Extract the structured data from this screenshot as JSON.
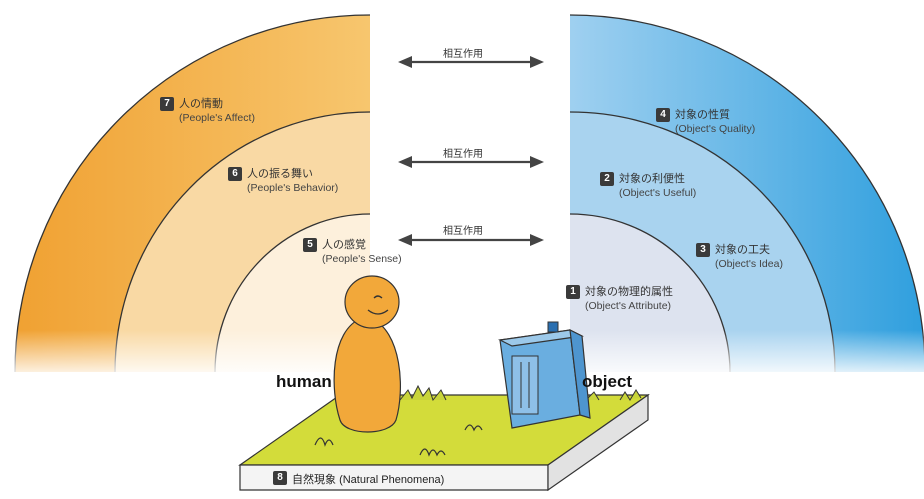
{
  "interaction_label": "相互作用",
  "interactions": [
    "相互作用",
    "相互作用",
    "相互作用"
  ],
  "human_label": "human",
  "object_label": "object",
  "levels": [
    {
      "num": "1",
      "jp": "対象の物理的属性",
      "en": "(Object's Attribute)"
    },
    {
      "num": "2",
      "jp": "対象の利便性",
      "en": "(Object's Useful)"
    },
    {
      "num": "3",
      "jp": "対象の工夫",
      "en": "(Object's Idea)"
    },
    {
      "num": "4",
      "jp": "対象の性質",
      "en": "(Object's Quality)"
    },
    {
      "num": "5",
      "jp": "人の感覚",
      "en": "(People's Sense)"
    },
    {
      "num": "6",
      "jp": "人の振る舞い",
      "en": "(People's Behavior)"
    },
    {
      "num": "7",
      "jp": "人の情動",
      "en": "(People's Affect)"
    },
    {
      "num": "8",
      "jp": "自然現象",
      "en": "(Natural Phenomena)"
    }
  ],
  "colors": {
    "human_arc": "#f2a83a",
    "object_arc": "#2f9fde",
    "ground": "#c8d43a"
  }
}
